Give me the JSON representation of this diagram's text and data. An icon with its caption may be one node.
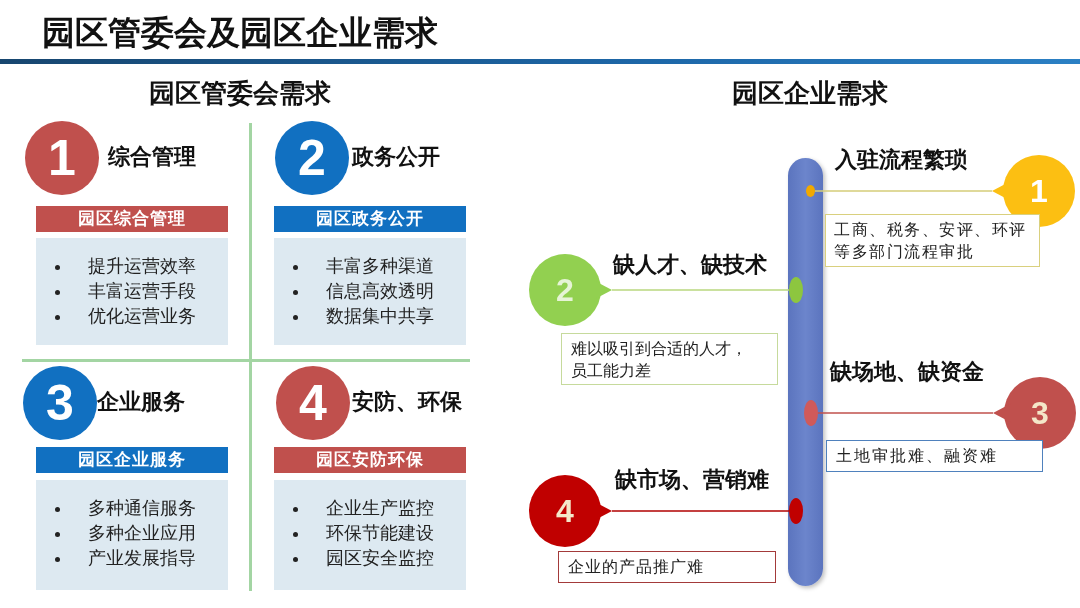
{
  "diagram": {
    "title": "园区管委会及园区企业需求",
    "nodes": [
      {
        "text": [
          "1"
        ],
        "beside": [
          "综合管理"
        ]
      },
      {
        "text": [
          "园区综合管理"
        ]
      },
      {
        "text": [
          "提升运营效率",
          "丰富运营手段",
          "优化运营业务"
        ]
      },
      {
        "text": [
          "2"
        ],
        "beside": [
          "政务公开"
        ]
      },
      {
        "text": [
          "园区政务公开"
        ]
      },
      {
        "text": [
          "丰富多种渠道",
          "信息高效透明",
          "数据集中共享"
        ]
      },
      {
        "text": [
          "3"
        ],
        "beside": [
          "企业服务"
        ]
      },
      {
        "text": [
          "园区企业服务"
        ]
      },
      {
        "text": [
          "多种通信服务",
          "多种企业应用",
          "产业发展指导"
        ]
      },
      {
        "text": [
          "4"
        ],
        "beside": [
          "安防、环保"
        ]
      },
      {
        "text": [
          "园区安防环保"
        ]
      },
      {
        "text": [
          "企业生产监控",
          "环保节能建设",
          "园区安全监控"
        ]
      },
      {
        "text": [],
        "shape": "bar"
      },
      {
        "text": [],
        "shape": "circle",
        "in": 12
      },
      {
        "text": [
          "1"
        ],
        "beside": [
          "入驻流程繁琐"
        ]
      },
      {
        "text": [
          "工商、税务、安评、环评等多部门流程审批"
        ]
      },
      {
        "text": [],
        "shape": "circle",
        "in": 12
      },
      {
        "text": [
          "2"
        ],
        "beside": [
          "缺人才、缺技术"
        ]
      },
      {
        "text": [
          "难以吸引到合适的人才，员工能力差"
        ]
      },
      {
        "text": [],
        "shape": "circle",
        "in": 12
      },
      {
        "text": [
          "3"
        ],
        "beside": [
          "缺场地、缺资金"
        ]
      },
      {
        "text": [
          "土地审批难、融资难"
        ]
      },
      {
        "text": [],
        "shape": "circle",
        "in": 12
      },
      {
        "text": [
          "4"
        ],
        "beside": [
          "缺市场、营销难"
        ]
      },
      {
        "text": [
          "企业的产品推广难"
        ]
      }
    ],
    "edges": [
      {
        "from": 14,
        "to": 13,
        "arrow": "none",
        "color": "#d4cc78"
      },
      {
        "from": 17,
        "to": 16,
        "arrow": "none",
        "color": "#b8d77e"
      },
      {
        "from": 20,
        "to": 19,
        "arrow": "none",
        "color": "#c0504d"
      },
      {
        "from": 23,
        "to": 22,
        "arrow": "none",
        "color": "#b00000"
      }
    ],
    "labels": [
      "园区管委会需求",
      "园区企业需求"
    ]
  }
}
